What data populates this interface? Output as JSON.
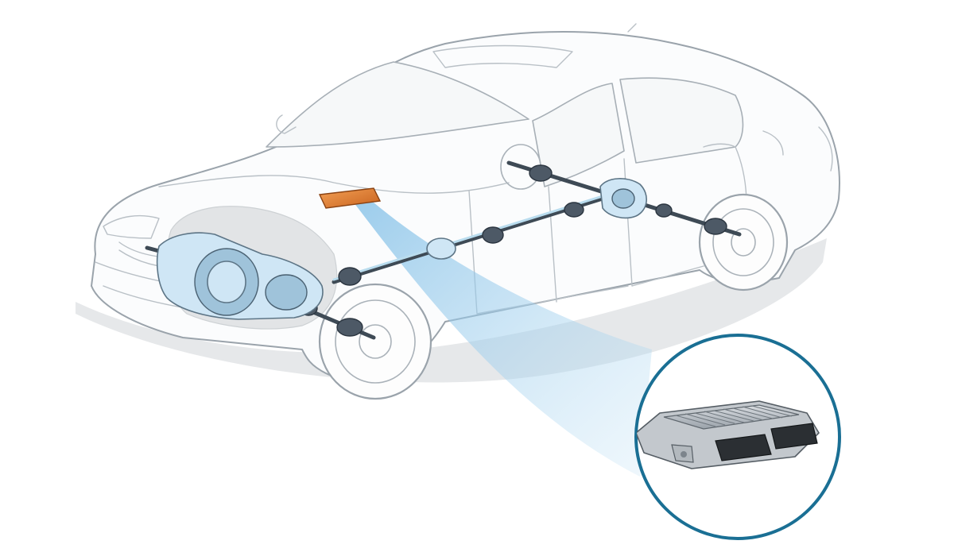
{
  "colors": {
    "accent": "#1a6f94",
    "drivetrain": "#cfe6f5",
    "control_module": "#e07a2e",
    "beam": "#8fc8ea"
  },
  "parts": {
    "transmission": "transmission",
    "front_driveshaft": "front-driveshaft",
    "rear_driveshaft": "rear-driveshaft",
    "rear_differential": "rear-differential",
    "front_axle": "front-axle",
    "rear_axle": "rear-axle",
    "control_module": "control-module",
    "control_module_closeup": "control-module-closeup"
  }
}
